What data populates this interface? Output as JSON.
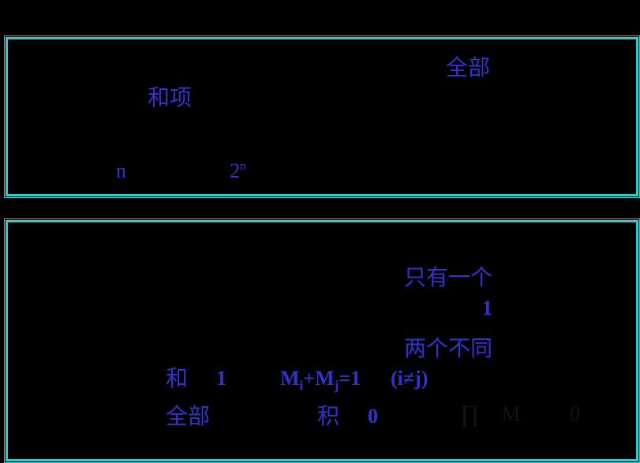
{
  "colors": {
    "background": "#000000",
    "border": "#33c9c9",
    "text": "#3333cc",
    "faint_text": "#141414"
  },
  "box1": {
    "all_label": "全部",
    "sum_terms_label": "和项",
    "n_label": "n",
    "two_power_base": "2",
    "two_power_exp": "n"
  },
  "box2": {
    "only_one_label": "只有一个",
    "one_value": "1",
    "two_different_label": "两个不同",
    "sum_label": "和",
    "sum_value": "1",
    "formula": {
      "m1": "M",
      "sub_i": "i",
      "plus": "+",
      "m2": "M",
      "sub_j": "j",
      "equals_one": "=1",
      "condition": "(i≠j)"
    },
    "all_label": "全部",
    "product_label": "积",
    "product_value": "0",
    "faint": {
      "prod_symbol": "∏",
      "m_symbol": "M",
      "zero": "0"
    }
  }
}
